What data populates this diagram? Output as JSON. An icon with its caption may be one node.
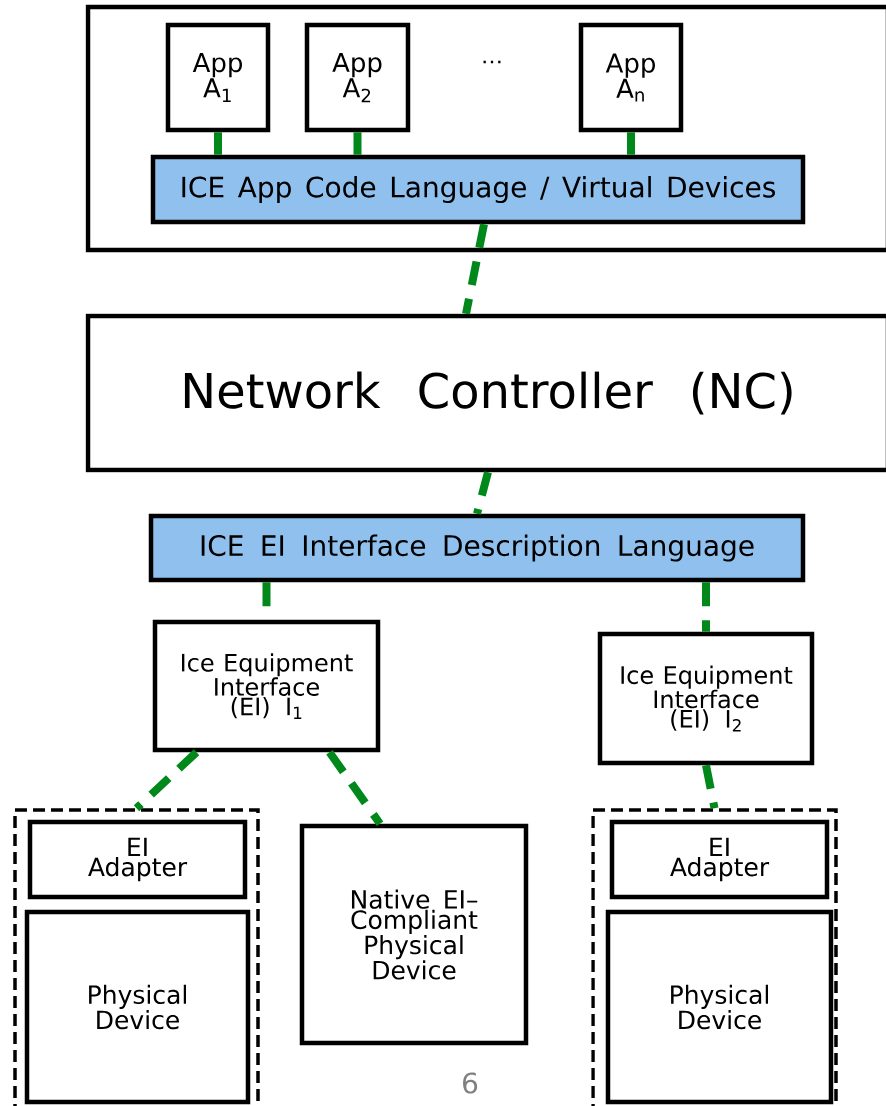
{
  "diagram": {
    "nodes": [
      {
        "text": [],
        "shape": "box"
      },
      {
        "text": [
          "App A$_{1}$"
        ],
        "in": 0
      },
      {
        "text": [
          "App A$_{2}$"
        ],
        "in": 0
      },
      {
        "text": [
          "App A$_{n}$"
        ],
        "in": 0
      },
      {
        "text": [
          "ICE App Code Language / Virtual Devices"
        ],
        "in": 0
      },
      {
        "text": [
          "Network Controller (NC)"
        ]
      },
      {
        "text": [
          "ICE EI Interface Description Language"
        ]
      },
      {
        "text": [
          "Ice Equipment Interface (EI) I$_{1}$"
        ]
      },
      {
        "text": [
          "Ice Equipment Interface (EI) I$_{2}$"
        ]
      },
      {
        "text": [],
        "shape": "box"
      },
      {
        "text": [
          "EI Adapter"
        ],
        "in": 9
      },
      {
        "text": [
          "Physical Device"
        ],
        "in": 9
      },
      {
        "text": [
          "Native EI–Compliant Physical Device"
        ]
      },
      {
        "text": [],
        "shape": "box"
      },
      {
        "text": [
          "EI Adapter"
        ],
        "in": 13
      },
      {
        "text": [
          "Physical Device"
        ],
        "in": 13
      }
    ],
    "edges": [
      {
        "from": 1,
        "to": 4,
        "arrow": "none",
        "style": "dashed"
      },
      {
        "from": 2,
        "to": 4,
        "arrow": "none",
        "style": "dashed"
      },
      {
        "from": 3,
        "to": 4,
        "arrow": "none",
        "style": "dashed"
      },
      {
        "from": 4,
        "to": 5,
        "arrow": "none",
        "style": "dashed"
      },
      {
        "from": 5,
        "to": 6,
        "arrow": "none",
        "style": "dashed"
      },
      {
        "from": 6,
        "to": 7,
        "arrow": "none",
        "style": "dashed"
      },
      {
        "from": 6,
        "to": 8,
        "arrow": "none",
        "style": "dashed"
      },
      {
        "from": 7,
        "to": 9,
        "arrow": "none",
        "style": "dashed"
      },
      {
        "from": 7,
        "to": 12,
        "arrow": "none",
        "style": "dashed"
      },
      {
        "from": 8,
        "to": 13,
        "arrow": "none",
        "style": "dashed"
      }
    ],
    "labels": [
      "…",
      "6"
    ]
  }
}
